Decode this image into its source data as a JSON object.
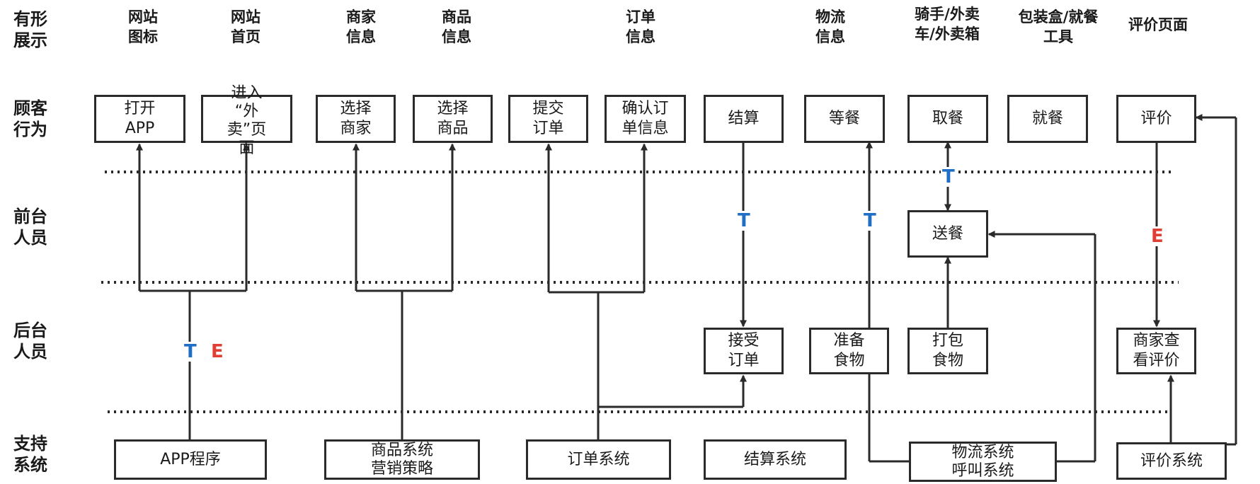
{
  "row_labels": {
    "tangible": "有形\n展示",
    "customer": "顾客\n行为",
    "front": "前台\n人员",
    "back": "后台\n人员",
    "support": "支持\n系统"
  },
  "headers": {
    "site_icon": "网站\n图标",
    "homepage": "网站\n首页",
    "merchant_info": "商家\n信息",
    "product_info": "商品\n信息",
    "order_info": "订单\n信息",
    "logistics_info": "物流\n信息",
    "rider": "骑手/外卖\n车/外卖箱",
    "packaging": "包装盒/就餐\n工具",
    "review_page": "评价页面"
  },
  "customer_actions": {
    "open_app": "打开\nAPP",
    "enter_page": "进入\n“外\n卖”页\n面",
    "choose_merchant": "选择\n商家",
    "choose_product": "选择\n商品",
    "submit_order": "提交\n订单",
    "confirm_order": "确认订\n单信息",
    "checkout": "结算",
    "wait": "等餐",
    "pickup": "取餐",
    "dine": "就餐",
    "review": "评价"
  },
  "front_stage": {
    "deliver": "送餐"
  },
  "back_stage": {
    "accept_order": "接受\n订单",
    "prepare_food": "准备\n食物",
    "pack_food": "打包\n食物",
    "merchant_view_review": "商家查\n看评价"
  },
  "support_systems": {
    "app_program": "APP程序",
    "product_system": "商品系统\n营销策略",
    "order_system": "订单系统",
    "settlement_system": "结算系统",
    "logistics_system": "物流系统\n呼叫系统",
    "review_system": "评价系统"
  },
  "markers": {
    "t": "T",
    "e": "E"
  },
  "colors": {
    "t_marker": "#1f6fc6",
    "e_marker": "#e04033",
    "line": "#2a2a2a"
  }
}
